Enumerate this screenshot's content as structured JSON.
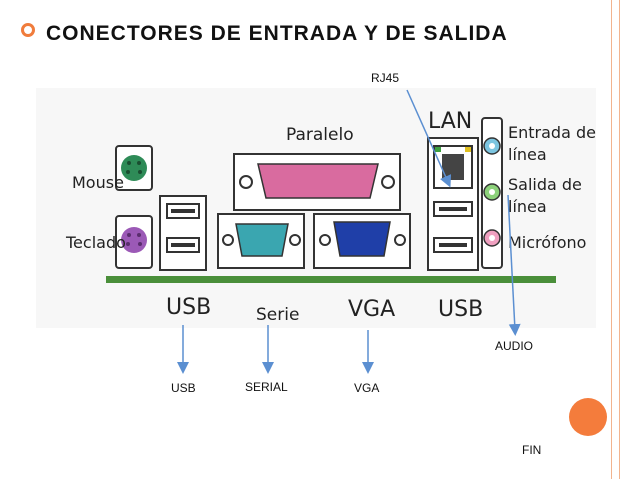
{
  "slide": {
    "title": "CONECTORES DE ENTRADA Y DE SALIDA",
    "labels": {
      "rj45": "RJ45",
      "audio": "AUDIO",
      "usb": "USB",
      "serial": "SERIAL",
      "vga": "VGA",
      "fin": "FIN"
    },
    "colors": {
      "accent": "#f47c3c",
      "arrow": "#5b8fd1",
      "ps2_mouse": "#2e8b57",
      "ps2_keyboard": "#9b59b6",
      "parallel": "#d96b9f",
      "serial": "#3aa6b0",
      "vga": "#1f3fa8",
      "board": "#4a8f3a"
    }
  },
  "diagram": {
    "port_labels": {
      "mouse": "Mouse",
      "teclado": "Teclado",
      "paralelo": "Paralelo",
      "lan": "LAN",
      "entrada": "Entrada de",
      "entrada2": "línea",
      "salida": "Salida de",
      "salida2": "línea",
      "microfono": "Micrófono",
      "usb_left": "USB",
      "serie": "Serie",
      "vga": "VGA",
      "usb_right": "USB"
    }
  }
}
